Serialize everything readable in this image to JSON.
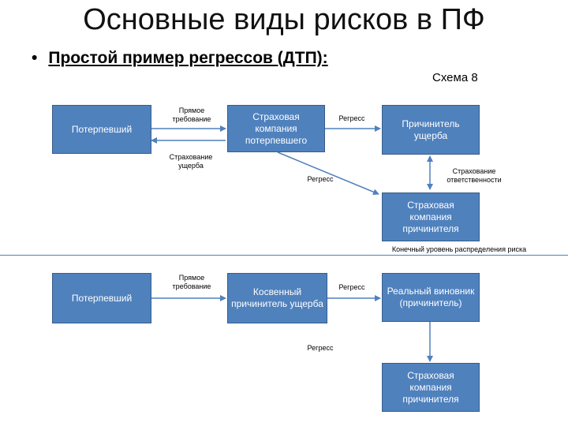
{
  "slide": {
    "title": "Основные виды рисков в ПФ",
    "subtitle_bullet": "•",
    "subtitle": "Простой пример регрессов (ДТП):",
    "scheme_label": "Схема 8"
  },
  "top_scheme": {
    "victim": "Потерпевший",
    "victim_insurer": "Страховая компания потерпевшего",
    "culprit": "Причинитель ущерба",
    "culprit_insurer": "Страховая компания причинителя",
    "direct_claim": "Прямое требование",
    "damage_insurance": "Страхование ущерба",
    "regress_top": "Регресс",
    "regress_diag": "Регресс",
    "liability_insurance": "Страхование ответственности",
    "final_level": "Конечный уровень распределения риска"
  },
  "bottom_scheme": {
    "victim": "Потерпевший",
    "indirect_culprit": "Косвенный причинитель ущерба",
    "real_culprit": "Реальный виновник (причинитель)",
    "culprit_insurer": "Страховая компания причинителя",
    "direct_claim": "Прямое требование",
    "regress_top": "Регресс",
    "regress_bottom": "Регресс"
  },
  "colors": {
    "box_fill": "#4f81bd",
    "box_border": "#385d8a",
    "arrow": "#4f81bd"
  }
}
